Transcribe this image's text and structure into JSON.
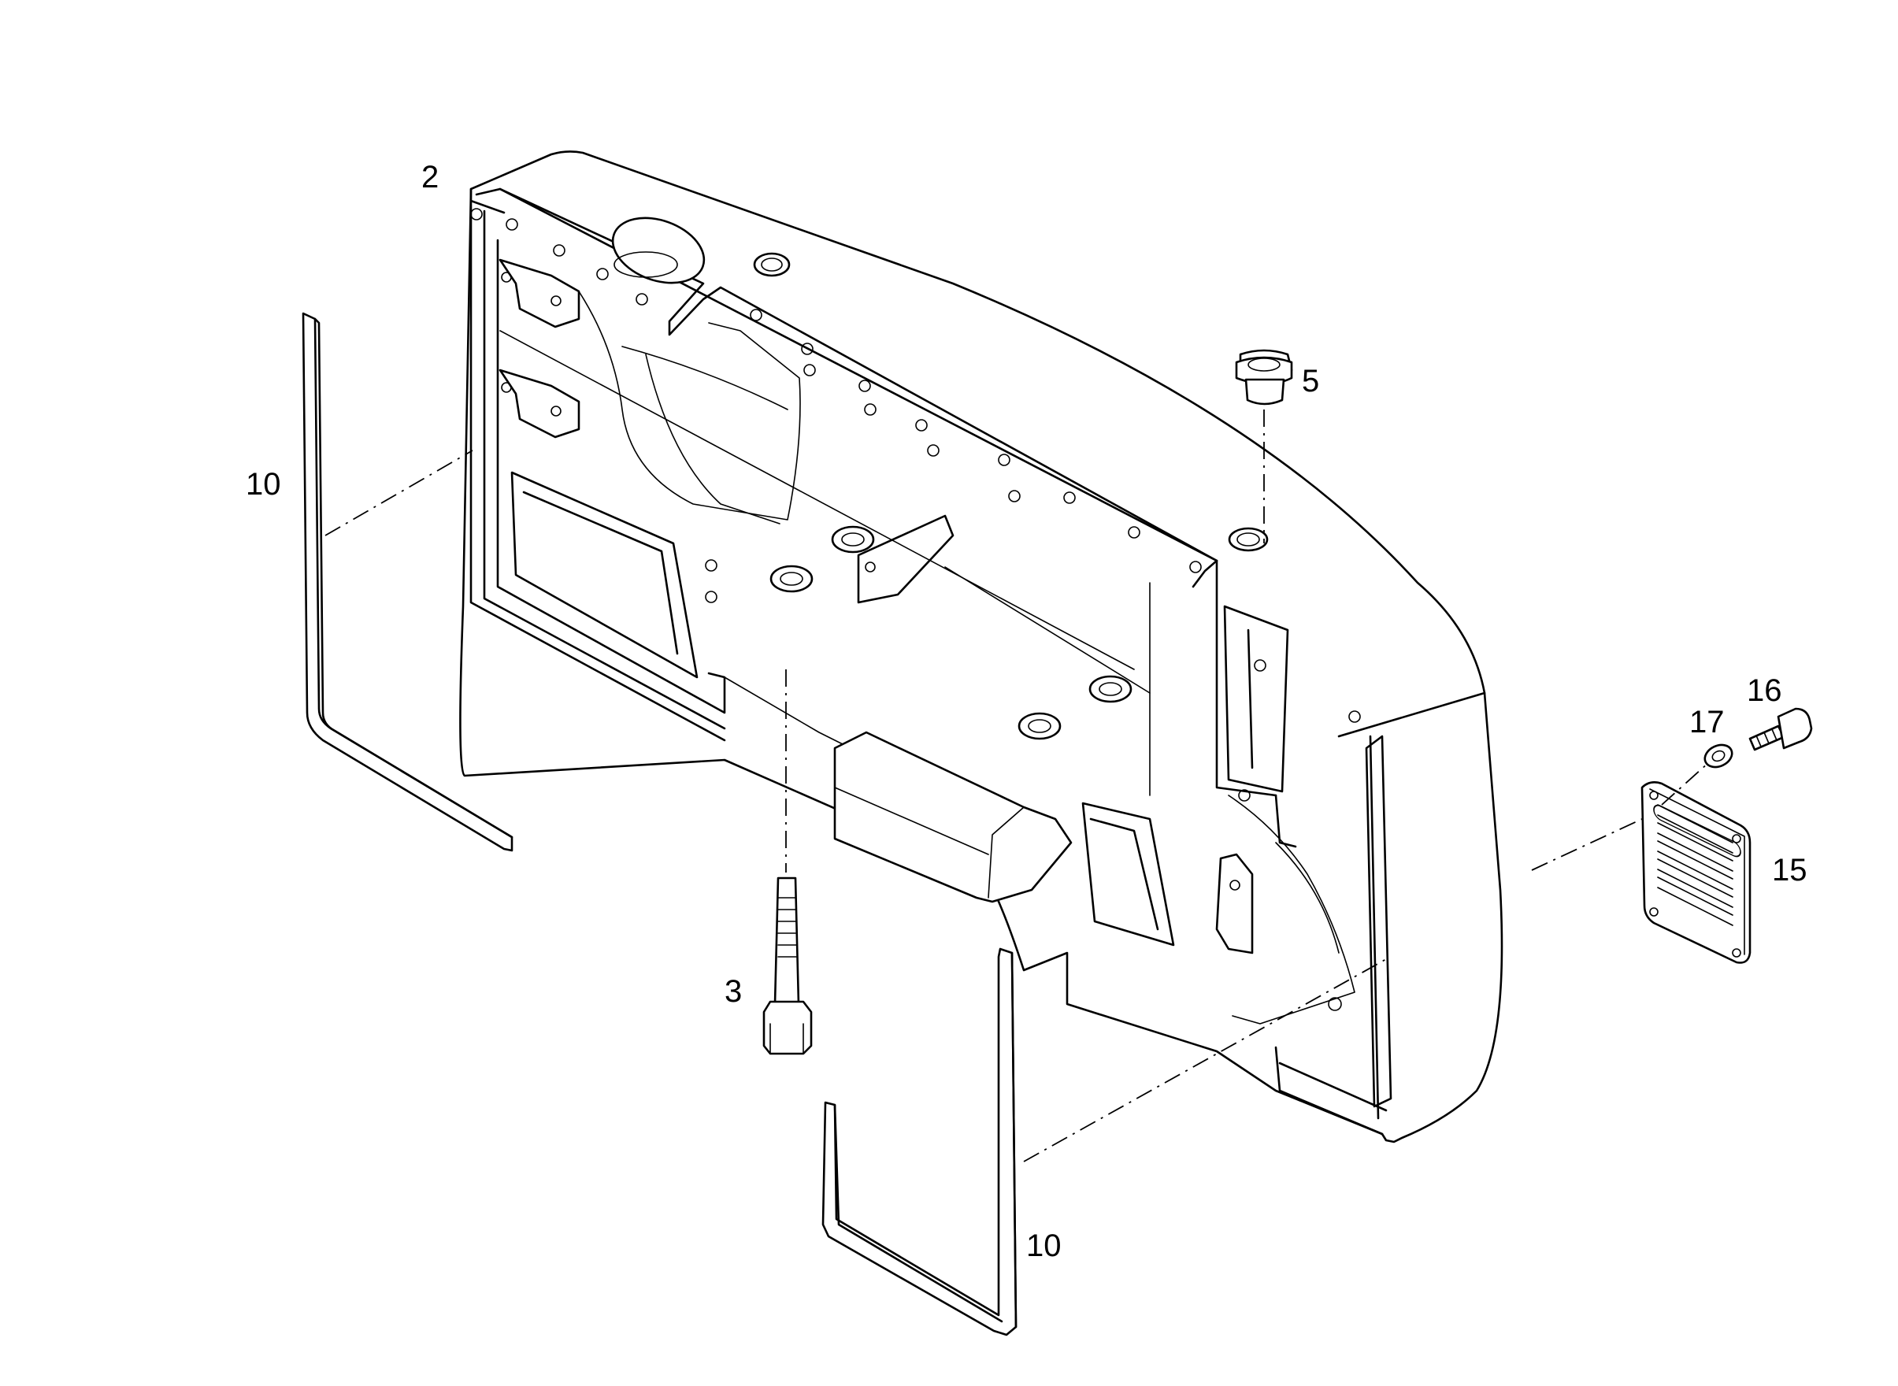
{
  "callouts": {
    "housing": "2",
    "bolt": "3",
    "plug": "5",
    "profile_left": "10",
    "profile_bottom": "10",
    "grille": "15",
    "screw": "16",
    "washer": "17"
  }
}
